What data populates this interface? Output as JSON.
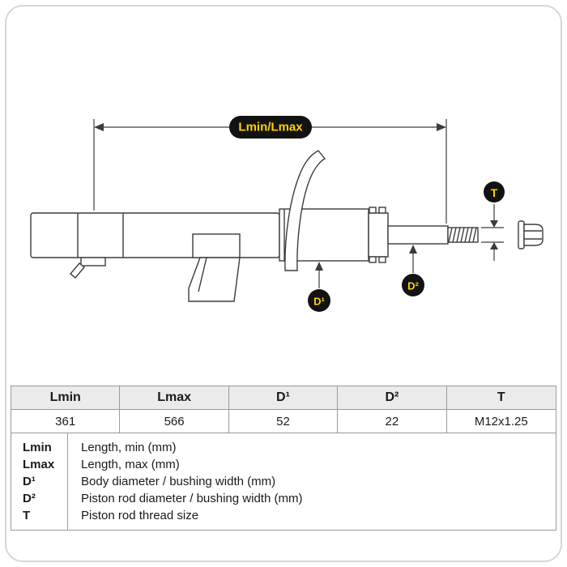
{
  "diagram": {
    "dim_length_label": "Lmin/Lmax",
    "d1_label": "D¹",
    "d2_label": "D²",
    "t_label": "T",
    "accent_color": "#FFD200",
    "badge_color": "#121212"
  },
  "spec_table": {
    "headers": [
      "Lmin",
      "Lmax",
      "D¹",
      "D²",
      "T"
    ],
    "values": [
      "361",
      "566",
      "52",
      "22",
      "M12x1.25"
    ]
  },
  "legend": {
    "rows": [
      {
        "term": "Lmin",
        "description": "Length, min (mm)"
      },
      {
        "term": "Lmax",
        "description": "Length, max (mm)"
      },
      {
        "term": "D¹",
        "description": "Body diameter / bushing width (mm)"
      },
      {
        "term": "D²",
        "description": "Piston rod diameter / bushing width (mm)"
      },
      {
        "term": "T",
        "description": "Piston rod thread size"
      }
    ]
  }
}
